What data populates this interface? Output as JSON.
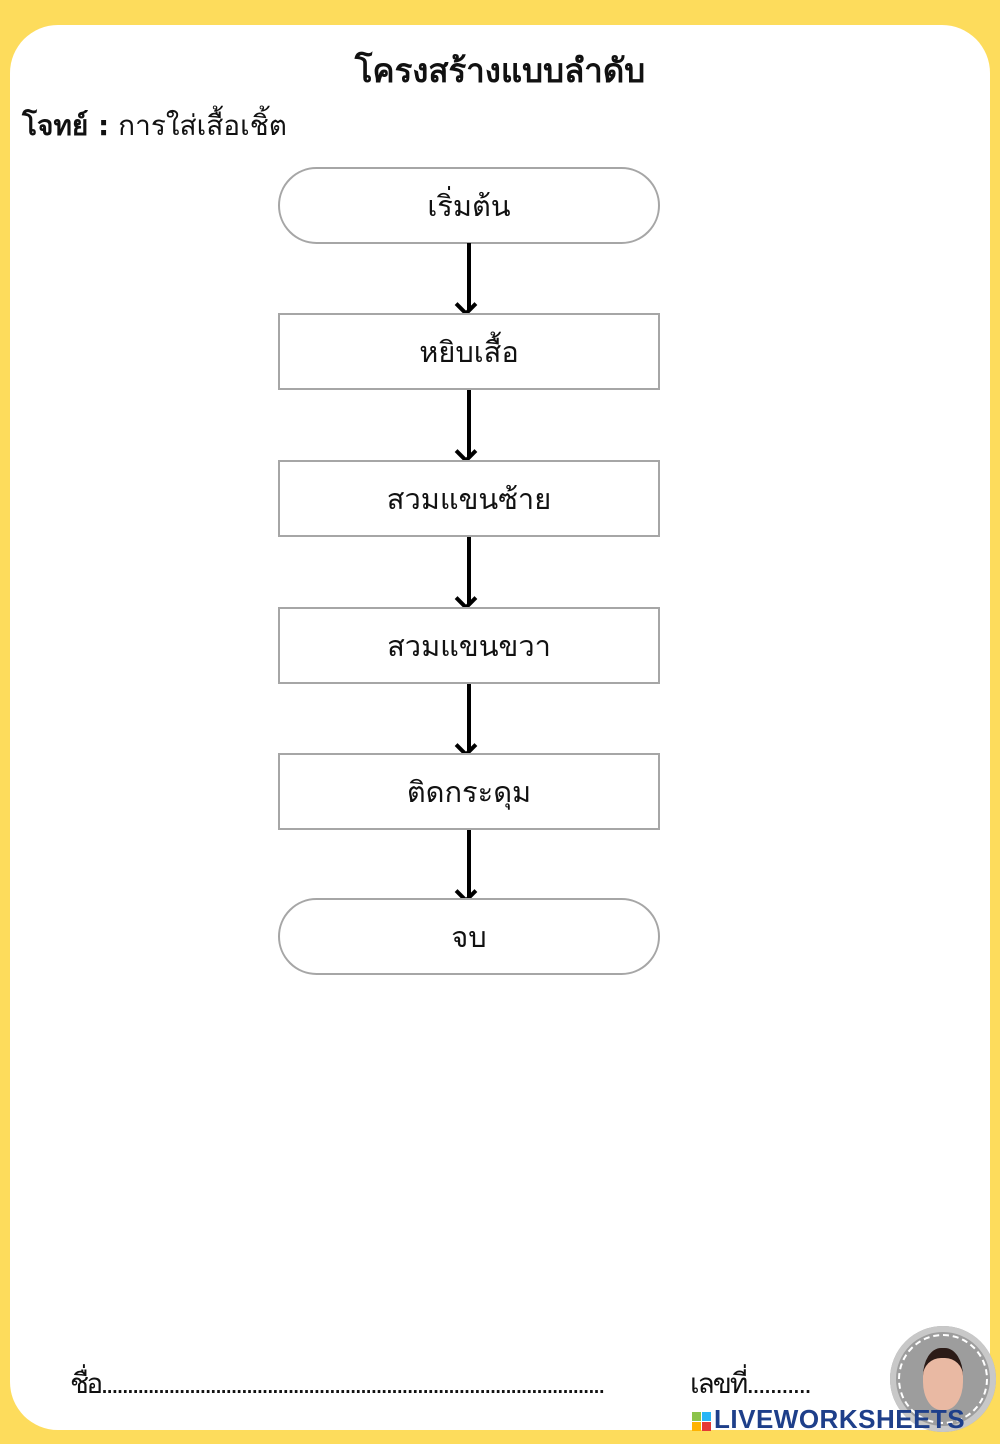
{
  "title": "โครงสร้างแบบลำดับ",
  "task": {
    "label": "โจทย์ :",
    "value": "การใส่เสื้อเชิ้ต"
  },
  "flowchart": {
    "start": "เริ่มต้น",
    "steps": [
      "หยิบเสื้อ",
      "สวมแขนซ้าย",
      "สวมแขนขวา",
      "ติดกระดุม"
    ],
    "end": "จบ"
  },
  "footer": {
    "name_label": "ชื่อ.................................................................................................",
    "number_label": "เลขที่..........."
  },
  "brand": {
    "name": "LIVEWORKSHEETS",
    "logo_colors": [
      "#8bc34a",
      "#29b6f6",
      "#ffb300",
      "#e53935"
    ]
  },
  "colors": {
    "background": "#fddc5c",
    "panel": "#ffffff",
    "node_border": "#a6a6a6"
  }
}
